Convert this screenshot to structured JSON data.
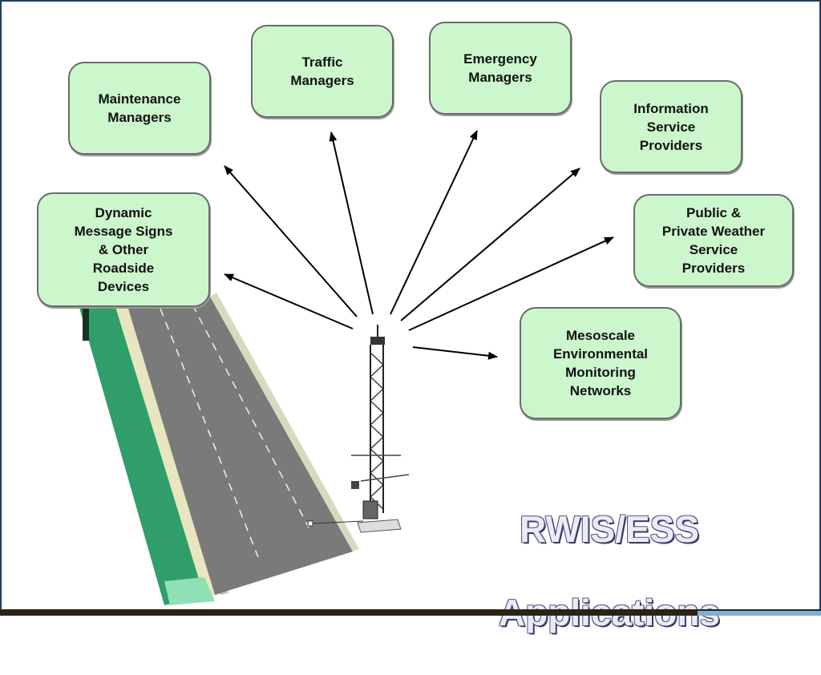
{
  "title": {
    "line1": "RWIS/ESS",
    "line2": "Applications"
  },
  "boxes": {
    "maintenance": "Maintenance\nManagers",
    "traffic": "Traffic\nManagers",
    "emergency": "Emergency\nManagers",
    "information": "Information\nService\nProviders",
    "weather": "Public &\nPrivate Weather\nService\nProviders",
    "mesoscale": "Mesoscale\nEnvironmental\nMonitoring\nNetworks",
    "dms": "Dynamic\nMessage Signs\n& Other\nRoadside\nDevices"
  },
  "colors": {
    "box_fill": "#ccf7cc",
    "box_border": "#6b6b6b",
    "road": "#7a7a7a",
    "grass": "#2f9e6a",
    "title_text": "#ebebf7"
  }
}
